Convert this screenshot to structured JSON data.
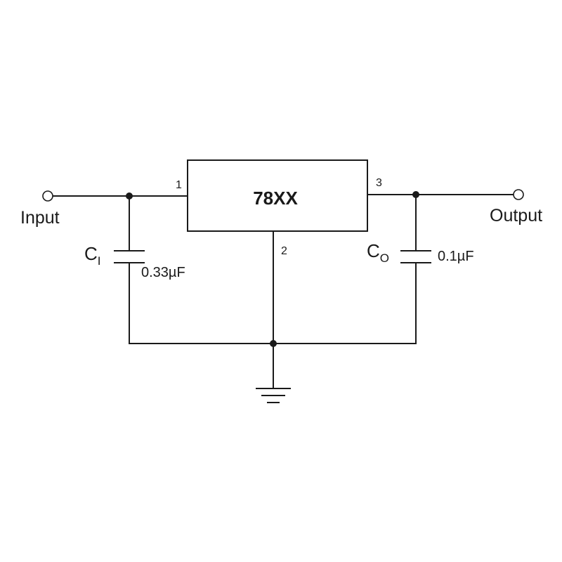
{
  "regulator": {
    "part": "78XX",
    "pins": {
      "input_pin": "1",
      "ground_pin": "2",
      "output_pin": "3"
    }
  },
  "ports": {
    "input": "Input",
    "output": "Output"
  },
  "input_capacitor": {
    "ref_main": "C",
    "ref_sub": "I",
    "value": "0.33µF"
  },
  "output_capacitor": {
    "ref_main": "C",
    "ref_sub": "O",
    "value": "0.1µF"
  }
}
